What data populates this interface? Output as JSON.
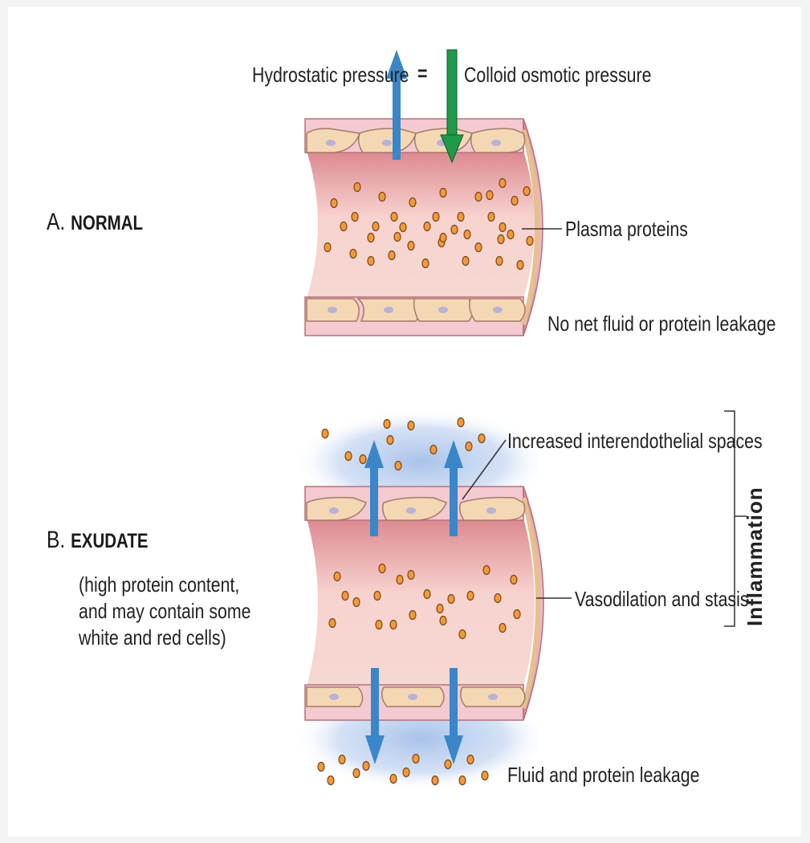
{
  "top_labels": {
    "hydrostatic": "Hydrostatic pressure",
    "equals": "=",
    "colloid": "Colloid osmotic pressure"
  },
  "panel_a": {
    "letter": "A.",
    "title": "NORMAL",
    "plasma_label": "Plasma proteins",
    "no_leak_label": "No net fluid or protein leakage"
  },
  "panel_b": {
    "letter": "B.",
    "title": "EXUDATE",
    "note": "(high protein content, and may contain some white and red cells)",
    "spaces_label": "Increased interendothelial spaces",
    "vaso_label": "Vasodilation and stasis",
    "leak_label": "Fluid and protein leakage",
    "bracket_label": "Inflammation"
  },
  "colors": {
    "hydrostatic_arrow": "#3a86c8",
    "colloid_arrow": "#1f9a4a",
    "protein": "#f29a3a",
    "vessel_wall": "#f4c9cf",
    "endothelial_cell": "#f4d8b4",
    "nucleus": "#b9b2d6",
    "edema_halo": "#aac3e8"
  },
  "icons": {
    "up_arrow": "hydrostatic-arrow-icon",
    "down_arrow": "colloid-arrow-icon",
    "protein": "protein-dot-icon"
  }
}
